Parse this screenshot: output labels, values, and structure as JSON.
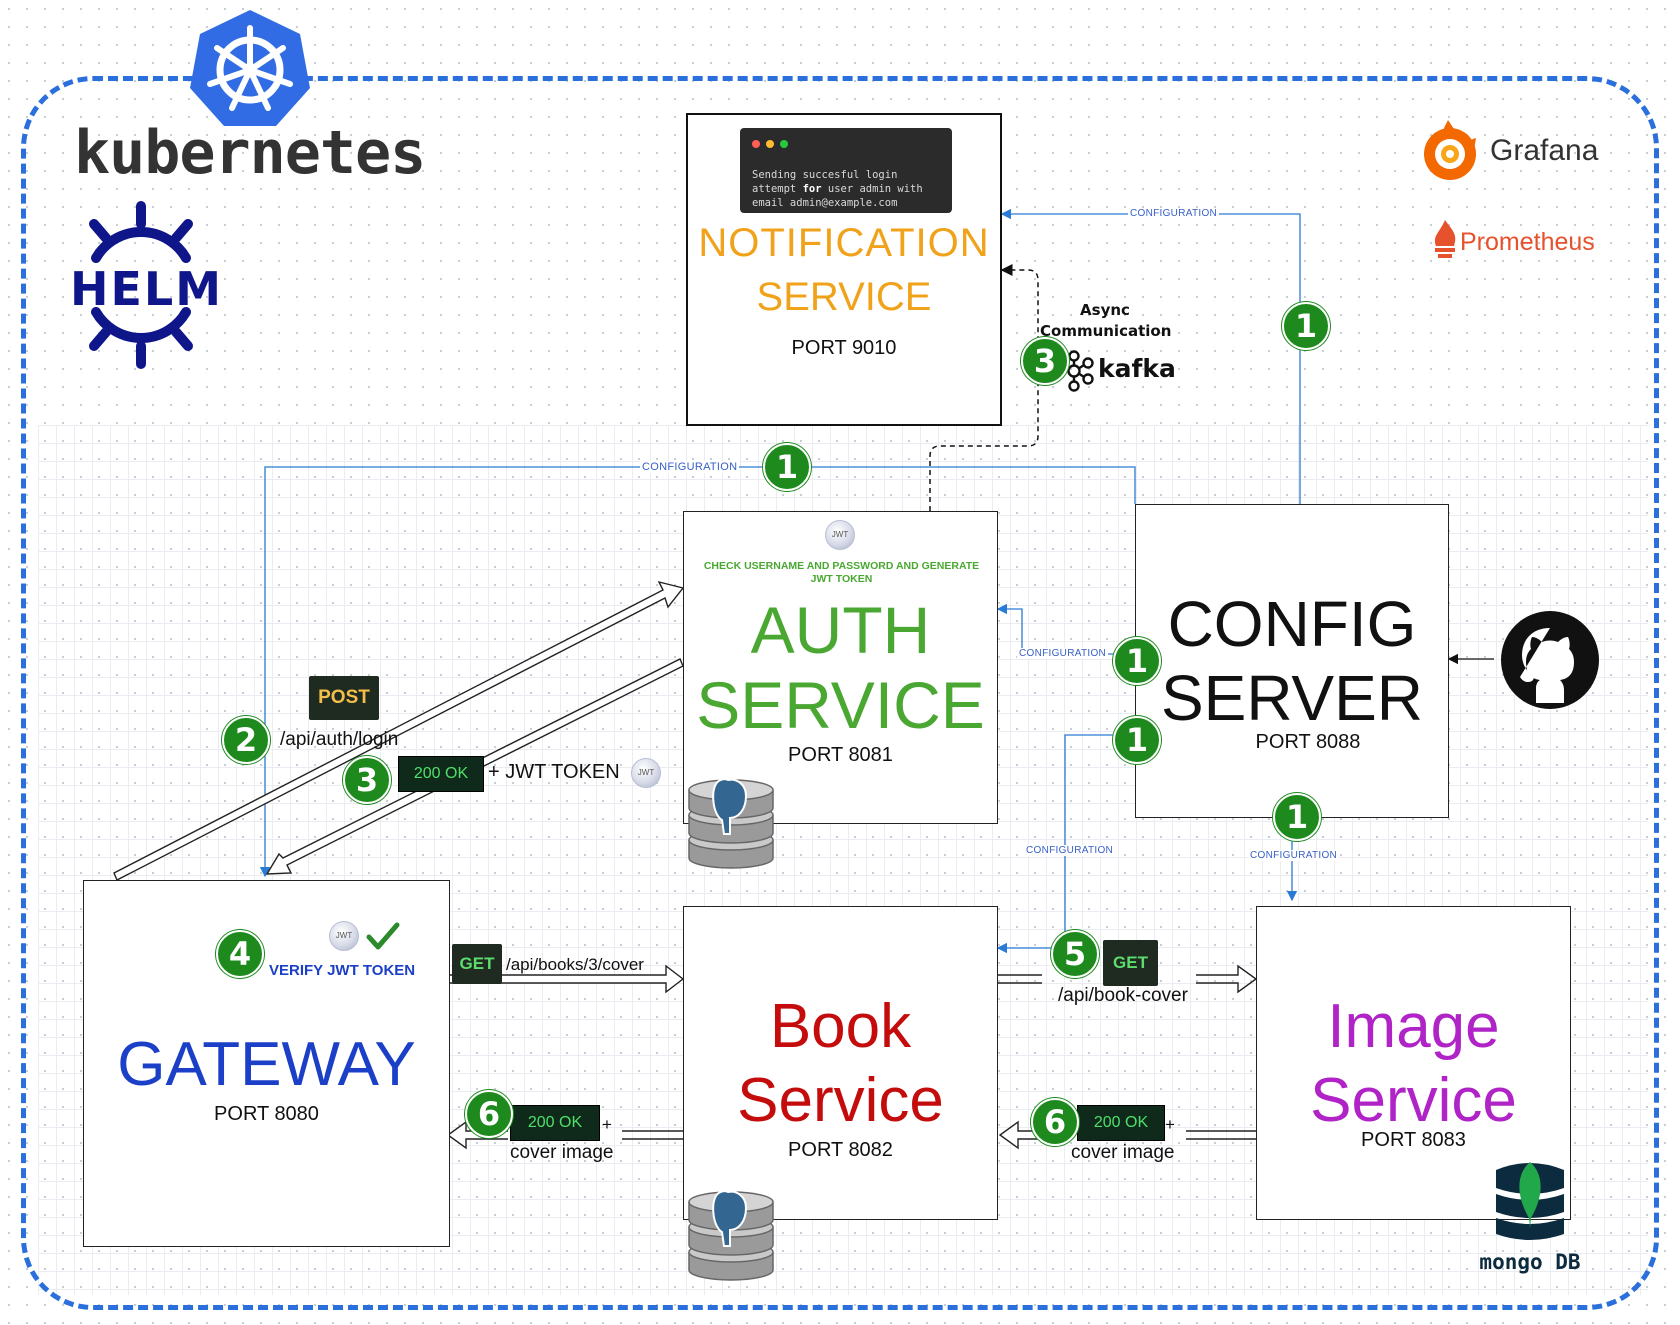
{
  "branding": {
    "kubernetes": "kubernetes",
    "helm": "HELM",
    "grafana": "Grafana",
    "prometheus": "Prometheus",
    "kafka": "kafka",
    "mongodb": "mongo DB"
  },
  "notification": {
    "terminal_line1": "Sending succesful login",
    "terminal_line2_a": "attempt ",
    "terminal_line2_b": "for",
    "terminal_line2_c": " user admin with",
    "terminal_line3": "email admin@example.com",
    "title1": "NOTIFICATION",
    "title2": "SERVICE",
    "port": "PORT 9010"
  },
  "async": {
    "line1": "Async",
    "line2": "Communication"
  },
  "auth": {
    "caption": "CHECK USERNAME AND PASSWORD AND GENERATE JWT TOKEN",
    "title1": "AUTH",
    "title2": "SERVICE",
    "port": "PORT 8081"
  },
  "config": {
    "title1": "CONFIG",
    "title2": "SERVER",
    "port": "PORT 8088"
  },
  "gateway": {
    "verify": "VERIFY JWT TOKEN",
    "title": "GATEWAY",
    "port": "PORT 8080"
  },
  "book": {
    "title1": "Book",
    "title2": "Service",
    "port": "PORT 8082"
  },
  "image": {
    "title1": "Image",
    "title2": "Service",
    "port": "PORT 8083"
  },
  "labels": {
    "configuration": "CONFIGURATION",
    "post": "POST",
    "login_path": "/api/auth/login",
    "ok": "200 OK",
    "jwt_token": "+ JWT TOKEN",
    "jwt_icon": "JWT",
    "get": "GET",
    "books_path": "/api/books/3/cover",
    "book_cover_path": "/api/book-cover",
    "plus": "+",
    "cover_image": "cover image"
  },
  "steps": {
    "one": "1",
    "two": "2",
    "three": "3",
    "four": "4",
    "five": "5",
    "six": "6"
  },
  "colors": {
    "frame": "#2a6fdb",
    "notification": "#f0a21a",
    "auth": "#4aa832",
    "gateway": "#1b3fc7",
    "book": "#c40c0c",
    "image": "#b023c6",
    "badge": "#1e8a1e"
  }
}
